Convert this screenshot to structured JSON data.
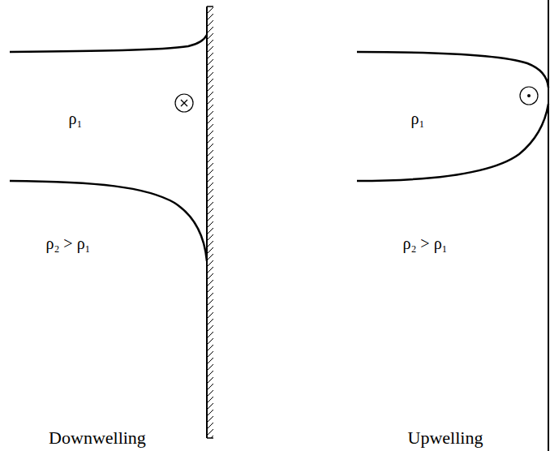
{
  "diagram": {
    "labels": [
      "ρ₁",
      "ρ₂ > ρ₁",
      "Downwelling",
      "ρ₁",
      "ρ₂ > ρ₁",
      "Upwelling"
    ]
  }
}
